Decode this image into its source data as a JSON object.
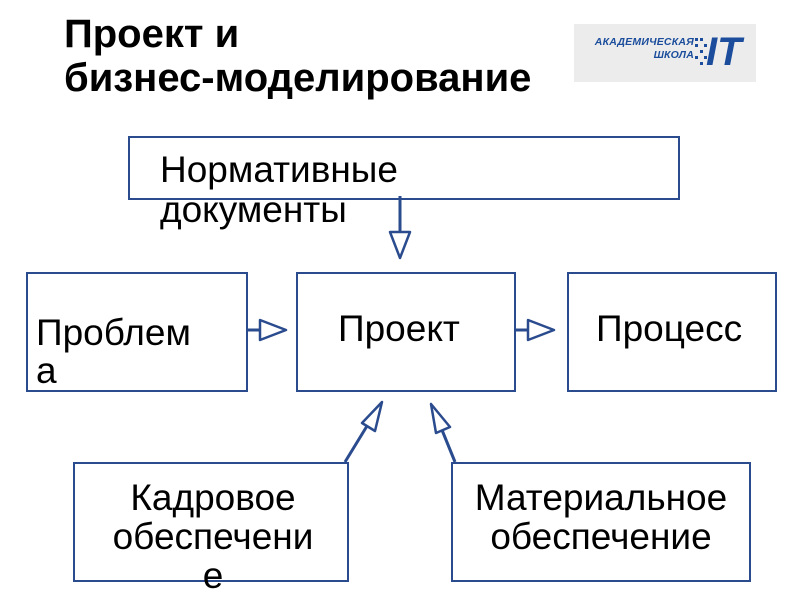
{
  "title": {
    "line1": "Проект и",
    "line2": "бизнес-моделирование"
  },
  "logo": {
    "line1": "АКАДЕМИЧЕСКАЯ",
    "line2": "ШКОЛА",
    "mark": "IT"
  },
  "nodes": {
    "normative": {
      "line1": "Нормативные",
      "line2": "документы"
    },
    "problem": {
      "line1": "Проблем",
      "line2": "а"
    },
    "project": {
      "text": "Проект"
    },
    "process": {
      "text": "Процесс"
    },
    "staffing": {
      "line1": "Кадровое",
      "line2": "обеспечени",
      "line3": "е"
    },
    "material": {
      "line1": "Материальное",
      "line2": "обеспечение"
    }
  },
  "colors": {
    "border": "#2a4b8d",
    "arrow": "#2a4b8d",
    "logo_blue": "#1b4d9c"
  }
}
